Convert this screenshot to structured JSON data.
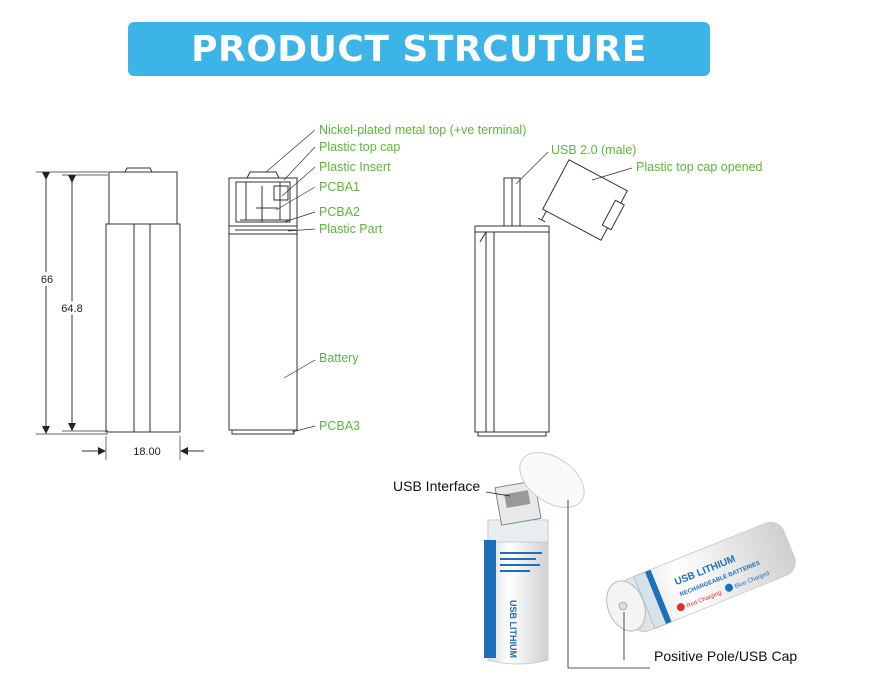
{
  "header": {
    "title": "PRODUCT STRCUTURE"
  },
  "dimensions": {
    "height_outer": "66",
    "height_inner": "64.8",
    "width": "18.00"
  },
  "labels": {
    "nickel_top": "Nickel-plated metal top (+ve terminal)",
    "plastic_top_cap": "Plastic top cap",
    "plastic_insert": "Plastic Insert",
    "pcba1": "PCBA1",
    "pcba2": "PCBA2",
    "plastic_part": "Plastic Part",
    "battery": "Battery",
    "pcba3": "PCBA3",
    "usb_male": "USB 2.0 (male)",
    "cap_opened": "Plastic top cap opened",
    "usb_interface": "USB Interface",
    "positive_pole": "Positive Pole/USB Cap"
  },
  "battery_print": {
    "brand_line1": "USB LITHIUM",
    "brand_line2": "RECHARGEABLE BATTERIES",
    "red_status": "Red Charging",
    "blue_status": "Blue Charged"
  },
  "colors": {
    "banner": "#3db4e8",
    "label_green": "#5cb83a",
    "battery_blue": "#1d6fb8"
  }
}
